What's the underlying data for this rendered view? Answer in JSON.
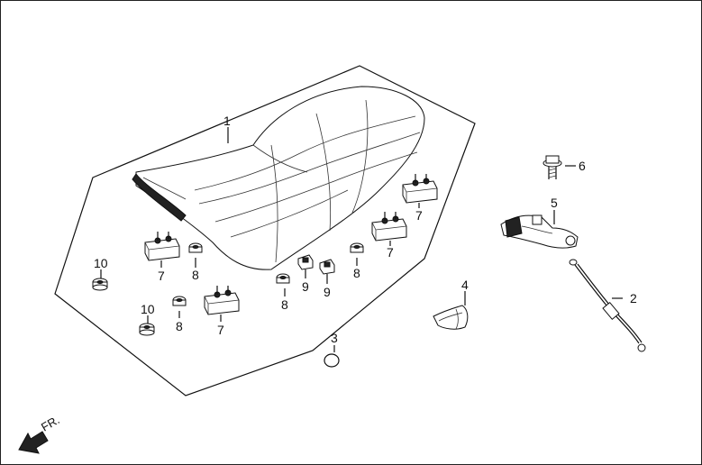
{
  "callouts": [
    {
      "id": "1",
      "text": "1"
    },
    {
      "id": "2",
      "text": "2"
    },
    {
      "id": "3",
      "text": "3"
    },
    {
      "id": "4",
      "text": "4"
    },
    {
      "id": "5",
      "text": "5"
    },
    {
      "id": "6",
      "text": "6"
    },
    {
      "id": "7a",
      "text": "7"
    },
    {
      "id": "7b",
      "text": "7"
    },
    {
      "id": "7c",
      "text": "7"
    },
    {
      "id": "7d",
      "text": "7"
    },
    {
      "id": "8a",
      "text": "8"
    },
    {
      "id": "8b",
      "text": "8"
    },
    {
      "id": "8c",
      "text": "8"
    },
    {
      "id": "8d",
      "text": "8"
    },
    {
      "id": "9a",
      "text": "9"
    },
    {
      "id": "9b",
      "text": "9"
    },
    {
      "id": "10a",
      "text": "10"
    },
    {
      "id": "10b",
      "text": "10"
    }
  ],
  "direction_label": "FR.",
  "icons": {
    "direction": "front-arrow-icon"
  }
}
